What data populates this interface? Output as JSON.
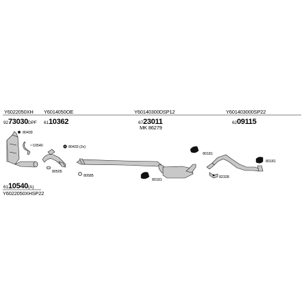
{
  "header_codes": [
    {
      "id": "c1",
      "code": "Y6022050XH"
    },
    {
      "id": "c2",
      "code": "Y6014050OE"
    },
    {
      "id": "c3",
      "code": "Y60140300DSP12"
    },
    {
      "id": "c4",
      "code": "Y601403000SP22"
    }
  ],
  "part_numbers": {
    "pn1": {
      "prefix": "92",
      "main": "73030",
      "suffix": "DPF"
    },
    "pn2": {
      "prefix": "61",
      "main": "10362",
      "suffix": ""
    },
    "pn3": {
      "prefix": "67",
      "main": "23011",
      "suffix": ""
    },
    "pn3_mk": "MK 86279",
    "pn4": {
      "prefix": "62",
      "main": "09115",
      "suffix": ""
    },
    "pn5": {
      "prefix": "61",
      "main": "10540",
      "suffix": "(A)"
    },
    "pn5_sub": "Y6022050XHSP22"
  },
  "callouts": {
    "k80439": "80439",
    "k10540": "10540",
    "k80433": "80433 (2x)",
    "k80505": "80505",
    "k80585": "80585",
    "k80181_a": "80181",
    "k80181_b": "80181",
    "k80181_c": "80181",
    "k82328": "82328"
  }
}
